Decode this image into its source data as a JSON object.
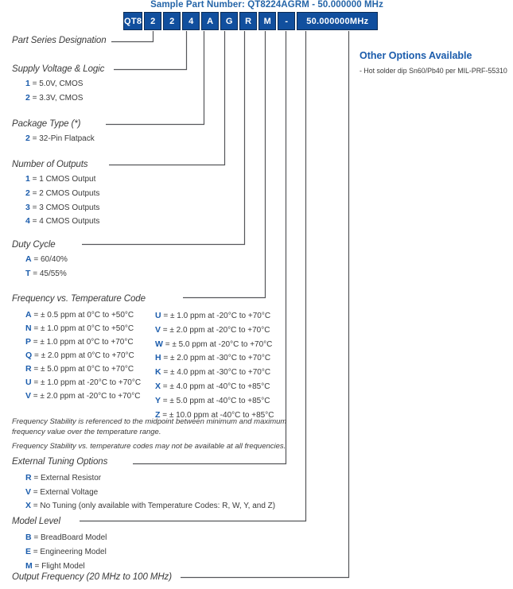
{
  "title": "Sample Part Number: QT8224AGRM - 50.000000 MHz",
  "part_number_table": {
    "cells": [
      "QT8",
      "2",
      "2",
      "4",
      "A",
      "G",
      "R",
      "M",
      "-",
      "50.000000MHz"
    ]
  },
  "other_options": {
    "heading": "Other Options Available",
    "items": [
      "- Hot solder dip Sn60/Pb40 per MIL-PRF-55310"
    ]
  },
  "sections": {
    "part_series": {
      "title": "Part Series Designation"
    },
    "supply_voltage": {
      "title": "Supply Voltage & Logic",
      "options": [
        {
          "code": "1",
          "desc": "= 5.0V, CMOS"
        },
        {
          "code": "2",
          "desc": "= 3.3V, CMOS"
        }
      ]
    },
    "package_type": {
      "title": "Package Type (*)",
      "options": [
        {
          "code": "2",
          "desc": "= 32-Pin Flatpack"
        }
      ]
    },
    "number_of_outputs": {
      "title": "Number of Outputs",
      "options": [
        {
          "code": "1",
          "desc": "= 1 CMOS Output"
        },
        {
          "code": "2",
          "desc": "= 2 CMOS Outputs"
        },
        {
          "code": "3",
          "desc": "= 3 CMOS Outputs"
        },
        {
          "code": "4",
          "desc": "= 4 CMOS Outputs"
        }
      ]
    },
    "duty_cycle": {
      "title": "Duty Cycle",
      "options": [
        {
          "code": "A",
          "desc": "= 60/40%"
        },
        {
          "code": "T",
          "desc": "= 45/55%"
        }
      ]
    },
    "freq_temp_code": {
      "title": "Frequency vs. Temperature Code",
      "options_left": [
        {
          "code": "A",
          "desc": "= ± 0.5 ppm at 0°C to +50°C"
        },
        {
          "code": "N",
          "desc": "= ± 1.0 ppm at 0°C to +50°C"
        },
        {
          "code": "P",
          "desc": "= ± 1.0 ppm at 0°C to +70°C"
        },
        {
          "code": "Q",
          "desc": "= ± 2.0 ppm at 0°C to +70°C"
        },
        {
          "code": "R",
          "desc": "= ± 5.0 ppm at 0°C to +70°C"
        },
        {
          "code": "U",
          "desc": "= ± 1.0 ppm at -20°C to +70°C"
        },
        {
          "code": "V",
          "desc": "= ± 2.0 ppm at -20°C to +70°C"
        }
      ],
      "options_right": [
        {
          "code": "U",
          "desc": "= ± 1.0 ppm at -20°C to +70°C"
        },
        {
          "code": "V",
          "desc": "= ± 2.0 ppm at -20°C to +70°C"
        },
        {
          "code": "W",
          "desc": "= ± 5.0 ppm at -20°C to +70°C"
        },
        {
          "code": "H",
          "desc": "= ± 2.0 ppm at -30°C to +70°C"
        },
        {
          "code": "K",
          "desc": "= ± 4.0 ppm at -30°C to +70°C"
        },
        {
          "code": "X",
          "desc": "= ± 4.0 ppm at -40°C to +85°C"
        },
        {
          "code": "Y",
          "desc": "= ± 5.0 ppm at -40°C to +85°C"
        },
        {
          "code": "Z",
          "desc": "= ± 10.0 ppm at -40°C to +85°C"
        }
      ]
    },
    "external_tuning": {
      "title": "External Tuning Options",
      "options": [
        {
          "code": "R",
          "desc": "= External Resistor"
        },
        {
          "code": "V",
          "desc": "= External Voltage"
        },
        {
          "code": "X",
          "desc": "= No Tuning (only available with Temperature Codes: R, W, Y, and Z)"
        }
      ]
    },
    "model_level": {
      "title": "Model Level",
      "options": [
        {
          "code": "B",
          "desc": "= BreadBoard Model"
        },
        {
          "code": "E",
          "desc": "= Engineering Model"
        },
        {
          "code": "M",
          "desc": "= Flight Model"
        }
      ]
    },
    "output_frequency": {
      "title": "Output Frequency (20 MHz to 100 MHz)"
    }
  },
  "notes": [
    "Frequency Stability is referenced to the midpoint between minimum and maximum frequency value over the temperature range.",
    "Frequency Stability vs. temperature codes may not be available at all frequencies."
  ],
  "colors": {
    "table_blue": "#114f9e",
    "table_border": "#0b2b55",
    "accent_blue": "#1b5cac",
    "title_blue": "#2565a8",
    "text": "#3a3a3a",
    "line": "#55565a"
  }
}
